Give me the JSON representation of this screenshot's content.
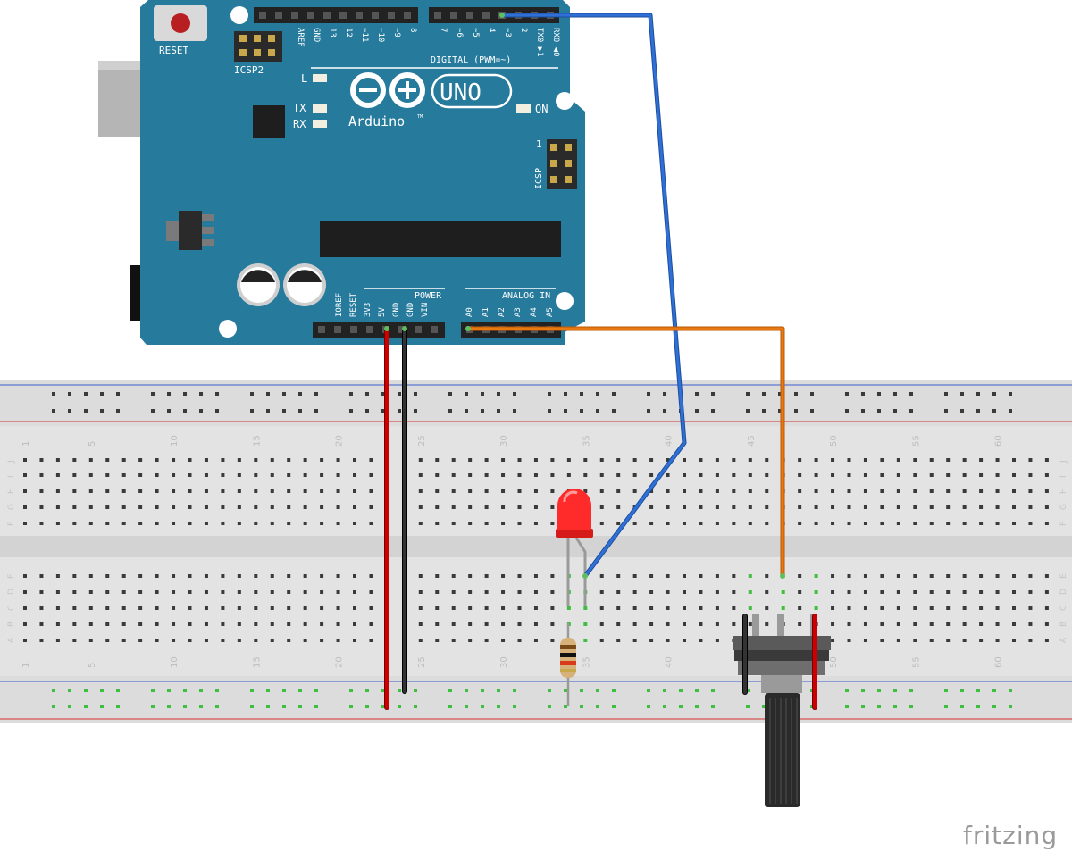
{
  "board": {
    "reset_label": "RESET",
    "icsp2_label": "ICSP2",
    "icsp_label": "ICSP",
    "icsp_pin1": "1",
    "led_l": "L",
    "led_tx": "TX",
    "led_rx": "RX",
    "on_label": "ON",
    "brand": "Arduino",
    "trademark": "TM",
    "model": "UNO",
    "digital_label": "DIGITAL (PWM=~)",
    "power_label": "POWER",
    "analog_label": "ANALOG IN",
    "top_pins": [
      "AREF",
      "GND",
      "13",
      "12",
      "~11",
      "~10",
      "~9",
      "8"
    ],
    "top_pins_right": [
      "7",
      "~6",
      "~5",
      "4",
      "~3",
      "2",
      "TX0 ▶1",
      "RX0 ◀0"
    ],
    "power_pins": [
      "IOREF",
      "RESET",
      "3V3",
      "5V",
      "GND",
      "GND",
      "VIN"
    ],
    "analog_pins": [
      "A0",
      "A1",
      "A2",
      "A3",
      "A4",
      "A5"
    ],
    "color_pcb": "#267a9c"
  },
  "breadboard": {
    "column_numbers": [
      "1",
      "5",
      "10",
      "15",
      "20",
      "25",
      "30",
      "35",
      "40",
      "45",
      "50",
      "55",
      "60"
    ],
    "rows_top": [
      "J",
      "I",
      "H",
      "G",
      "F"
    ],
    "rows_bottom": [
      "E",
      "D",
      "C",
      "B",
      "A"
    ]
  },
  "wires": [
    {
      "name": "5V power",
      "color": "#cc0000"
    },
    {
      "name": "GND",
      "color": "#222222"
    },
    {
      "name": "Digital 3 to LED",
      "color": "#2f6fd6"
    },
    {
      "name": "A0 to potentiometer wiper",
      "color": "#e8780f"
    }
  ],
  "components": [
    {
      "type": "led",
      "color": "#ff2a2a"
    },
    {
      "type": "resistor",
      "color": "#d6b27a"
    },
    {
      "type": "potentiometer",
      "color": "#2a2a2a"
    }
  ],
  "watermark": "fritzing"
}
